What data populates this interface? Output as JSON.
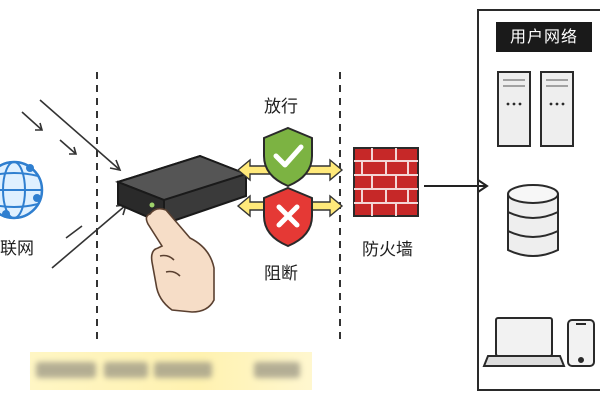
{
  "labels": {
    "internet": "联网",
    "allow": "放行",
    "block": "阻断",
    "firewall": "防火墙",
    "user_network": "用户网络"
  },
  "colors": {
    "allow_shield": "#7cb342",
    "block_shield": "#e53935",
    "arrow_fill": "#ffe97a",
    "brick": "#c62828",
    "globe": "#2f7fd0",
    "caption_highlight": "#fff3b0"
  },
  "icons": {
    "globe": "globe-icon",
    "router": "router-device-icon",
    "hand": "pointing-hand-icon",
    "allow": "checkmark-shield-icon",
    "block": "x-shield-icon",
    "firewall": "brick-wall-icon",
    "servers": "server-icon",
    "database": "database-icon",
    "laptop": "laptop-icon",
    "phone": "smartphone-icon"
  }
}
